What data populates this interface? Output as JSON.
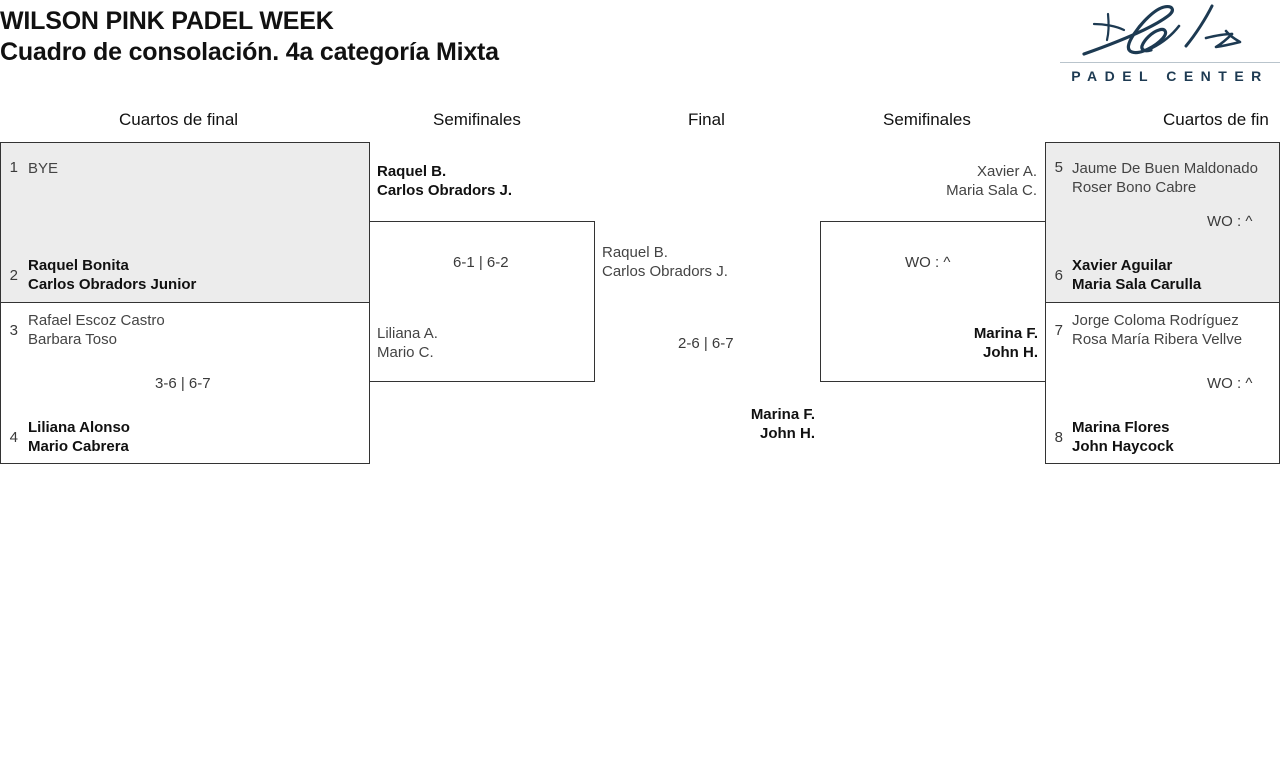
{
  "header": {
    "tournament": "WILSON PINK PADEL WEEK",
    "subtitle": "Cuadro de consolación. 4a categoría Mixta",
    "logo": {
      "name": "bela-logo",
      "wordmark": "PADEL CENTER",
      "color": "#1d3a52"
    }
  },
  "rounds": {
    "left_qf": "Cuartos de final",
    "left_sf": "Semifinales",
    "final": "Final",
    "right_sf": "Semifinales",
    "right_qf": "Cuartos de fin"
  },
  "left_quarterfinals": [
    {
      "top": {
        "seed": "1",
        "line1": "BYE",
        "line2": "",
        "winner": false
      },
      "bottom": {
        "seed": "2",
        "line1": "Raquel Bonita",
        "line2": "Carlos Obradors Junior",
        "winner": true
      },
      "score": "",
      "shaded": true
    },
    {
      "top": {
        "seed": "3",
        "line1": "Rafael Escoz Castro",
        "line2": "Barbara Toso",
        "winner": false
      },
      "bottom": {
        "seed": "4",
        "line1": "Liliana Alonso",
        "line2": "Mario Cabrera",
        "winner": true
      },
      "score": "3-6 | 6-7",
      "shaded": false
    }
  ],
  "left_semifinal": {
    "top": {
      "line1": "Raquel B.",
      "line2": "Carlos Obradors J.",
      "winner": true
    },
    "bottom": {
      "line1": "Liliana A.",
      "line2": "Mario C.",
      "winner": false
    },
    "score": "6-1 | 6-2"
  },
  "final_match": {
    "top": {
      "line1": "Raquel B.",
      "line2": "Carlos Obradors J.",
      "winner": false
    },
    "bottom": {
      "line1": "Marina F.",
      "line2": "John H.",
      "winner": true
    },
    "score": "2-6 | 6-7"
  },
  "right_semifinal": {
    "top": {
      "line1": "Xavier A.",
      "line2": "Maria Sala C.",
      "winner": false
    },
    "bottom": {
      "line1": "Marina F.",
      "line2": "John H.",
      "winner": true
    },
    "score": "WO : ^"
  },
  "right_quarterfinals": [
    {
      "top": {
        "seed": "5",
        "line1": "Jaume De Buen Maldonado",
        "line2": "Roser Bono Cabre",
        "winner": false
      },
      "bottom": {
        "seed": "6",
        "line1": "Xavier Aguilar",
        "line2": "Maria Sala Carulla",
        "winner": true
      },
      "score": "WO : ^",
      "shaded": true
    },
    {
      "top": {
        "seed": "7",
        "line1": "Jorge Coloma Rodríguez",
        "line2": "Rosa María Ribera Vellve",
        "winner": false
      },
      "bottom": {
        "seed": "8",
        "line1": "Marina Flores",
        "line2": "John Haycock",
        "winner": true
      },
      "score": "WO : ^",
      "shaded": false
    }
  ]
}
